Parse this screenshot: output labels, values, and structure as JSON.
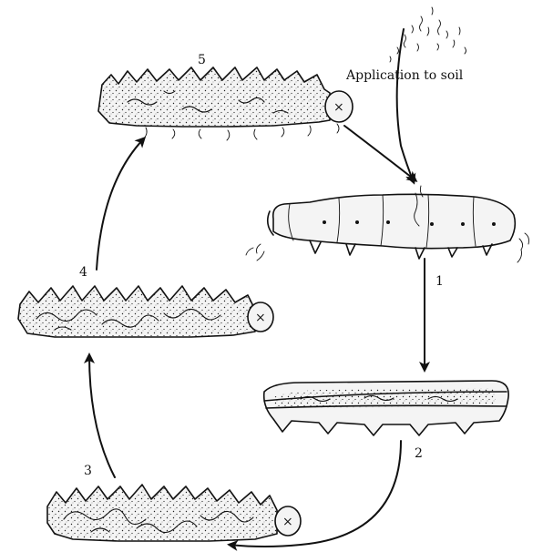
{
  "labels": {
    "application": "Application to soil",
    "stage_1": "1",
    "stage_2": "2",
    "stage_3": "3",
    "stage_4": "4",
    "stage_5": "5"
  }
}
